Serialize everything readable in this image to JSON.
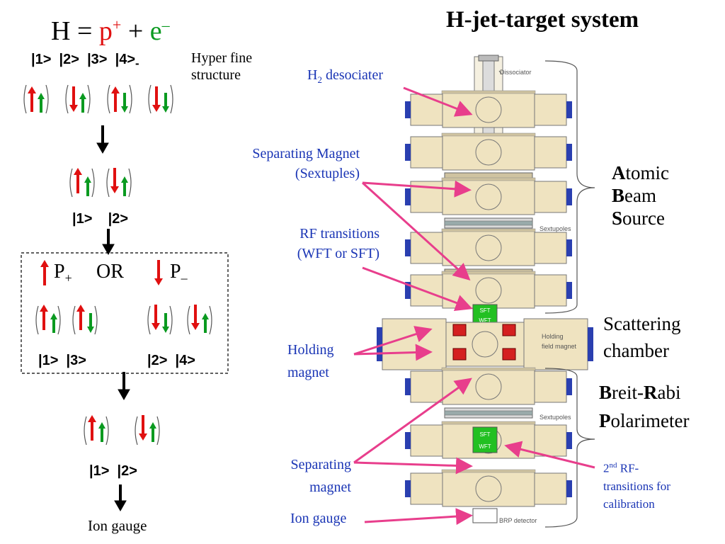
{
  "title": "H-jet-target system",
  "equation": {
    "H": "H",
    "eq": "=",
    "p": "p",
    "p_sup": "+",
    "plus": "+",
    "e": "e",
    "e_sup": "–"
  },
  "hyperfine": {
    "label_line1": "Hyper fine",
    "label_line2": "structure"
  },
  "states_top": [
    "|1>",
    "|2>",
    "|3>",
    "|4>"
  ],
  "states_top_sub": "-",
  "states_mid": [
    "|1>",
    "|2>"
  ],
  "polarization": {
    "p_plus": "P",
    "p_plus_sub": "+",
    "or": "OR",
    "p_minus": "P",
    "p_minus_sub": "–"
  },
  "states_pplus": [
    "|1>",
    "|3>"
  ],
  "states_pminus": [
    "|2>",
    "|4>"
  ],
  "states_bottom": [
    "|1>",
    "|2>"
  ],
  "ion_gauge_left": "Ion gauge",
  "labels": {
    "h2_main": "H",
    "h2_sub": "2",
    "h2_rest": " desociater",
    "sep_magnet_line1": "Separating Magnet",
    "sep_magnet_line2": "(Sextuples)",
    "rf_line1": "RF transitions",
    "rf_line2": "(WFT or  SFT)",
    "holding_line1": "Holding",
    "holding_line2": "magnet",
    "separating_line1": "Separating",
    "separating_line2": "magnet",
    "ion_gauge": "Ion gauge"
  },
  "side": {
    "abs_A": "A",
    "abs_rest1": "tomic",
    "abs_B": "B",
    "abs_rest2": "eam",
    "abs_S": "S",
    "abs_rest3": "ource",
    "scatter_line1": "Scattering",
    "scatter_line2": "chamber",
    "brp_B": "B",
    "brp_rest1": "reit-",
    "brp_R": "R",
    "brp_rest2": "abi",
    "brp_P": "P",
    "brp_rest3": "olarimeter",
    "rf2_main": "2",
    "rf2_sup": "nd",
    "rf2_rest": " RF-",
    "rf2_line2": "transitions for",
    "rf2_line3": "calibration"
  },
  "apparatus": {
    "dissociator": "Dissociator",
    "sextupoles_top": "Sextupoles",
    "sextupoles_bottom": "Sextupoles",
    "holding_field": "Holding",
    "holding_field2": "field magnet",
    "sft": "SFT",
    "wft": "WFT",
    "sft2": "SFT",
    "wft2": "WFT",
    "brp_detector": "BRP detector"
  },
  "colors": {
    "red": "#e01010",
    "green": "#0a9a20",
    "blue": "#1a35b5",
    "pink": "#e83e8c",
    "beige": "#efe3c0",
    "rf_green": "#22c022",
    "coil_red": "#d42020"
  }
}
